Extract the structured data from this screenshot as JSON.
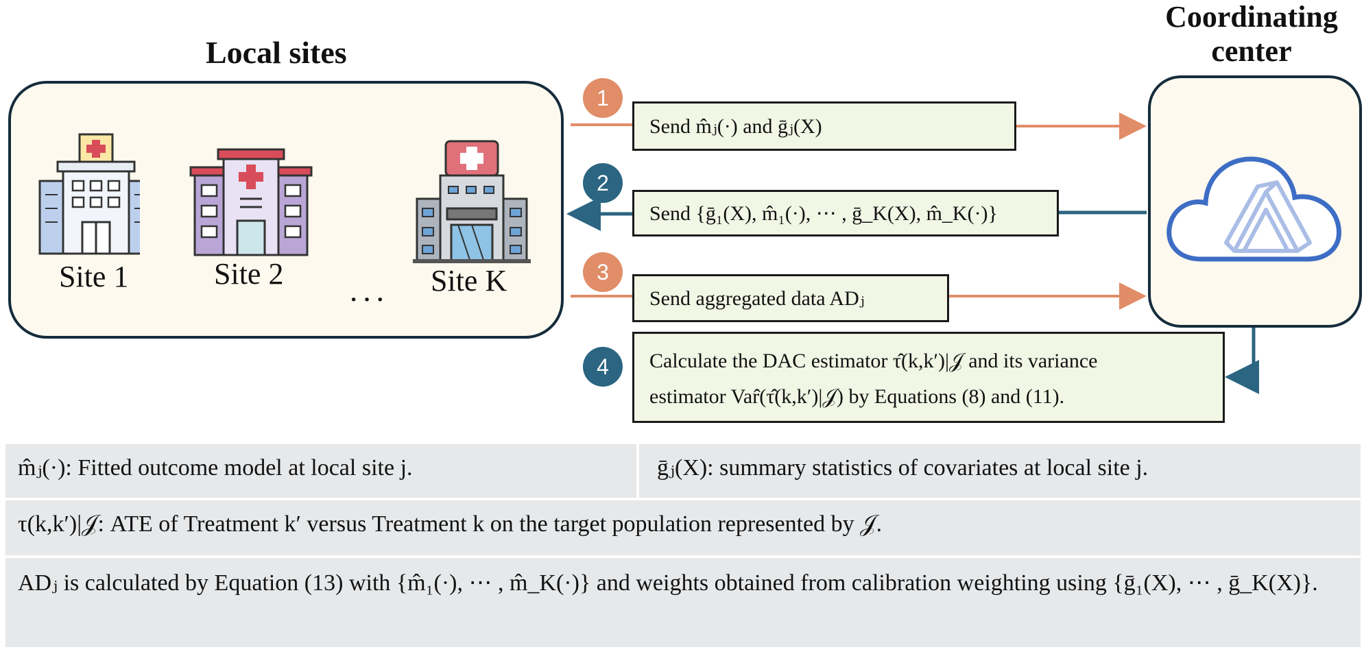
{
  "headings": {
    "local_sites": "Local sites",
    "coordinating_center": "Coordinating center"
  },
  "sites": [
    {
      "label": "Site 1"
    },
    {
      "label": "Site 2"
    },
    {
      "label": "Site K"
    }
  ],
  "ellipsis": "···",
  "steps": [
    "1",
    "2",
    "3",
    "4"
  ],
  "messages": {
    "step1": "Send m̂ⱼ(·) and ḡⱼ(X)",
    "step2": "Send {ḡ₁(X), m̂₁(·), ⋯ , ḡ_K(X), m̂_K(·)}",
    "step3": "Send aggregated data ADⱼ",
    "step4_line1": "Calculate the DAC estimator τ̂(k,k′)|𝒥 and its variance",
    "step4_line2": "estimator Var̂(τ̂(k,k′)|𝒥) by Equations (8) and (11)."
  },
  "legend": {
    "m_def": "m̂ⱼ(·): Fitted outcome model at local site j.",
    "g_def": "ḡⱼ(X): summary statistics of covariates at local site j.",
    "tau_def": "τ(k,k′)|𝒥: ATE of Treatment k′ versus Treatment k on the target population represented by 𝒥.",
    "ad_def": "ADⱼ is calculated by Equation (13) with {m̂₁(·), ⋯ , m̂_K(·)} and weights obtained from calibration weighting using {ḡ₁(X), ⋯ , ḡ_K(X)}."
  },
  "colors": {
    "orange": "#e08d68",
    "teal": "#2b6581",
    "panel_bg": "#fdf9ee",
    "panel_border": "#152c3c",
    "message_bg": "#f1f6e5",
    "legend_bg": "#e6e8ea",
    "logo_blue": "#3d6dc4"
  },
  "icons": [
    "hospital-icon",
    "cloud-logo-icon"
  ]
}
